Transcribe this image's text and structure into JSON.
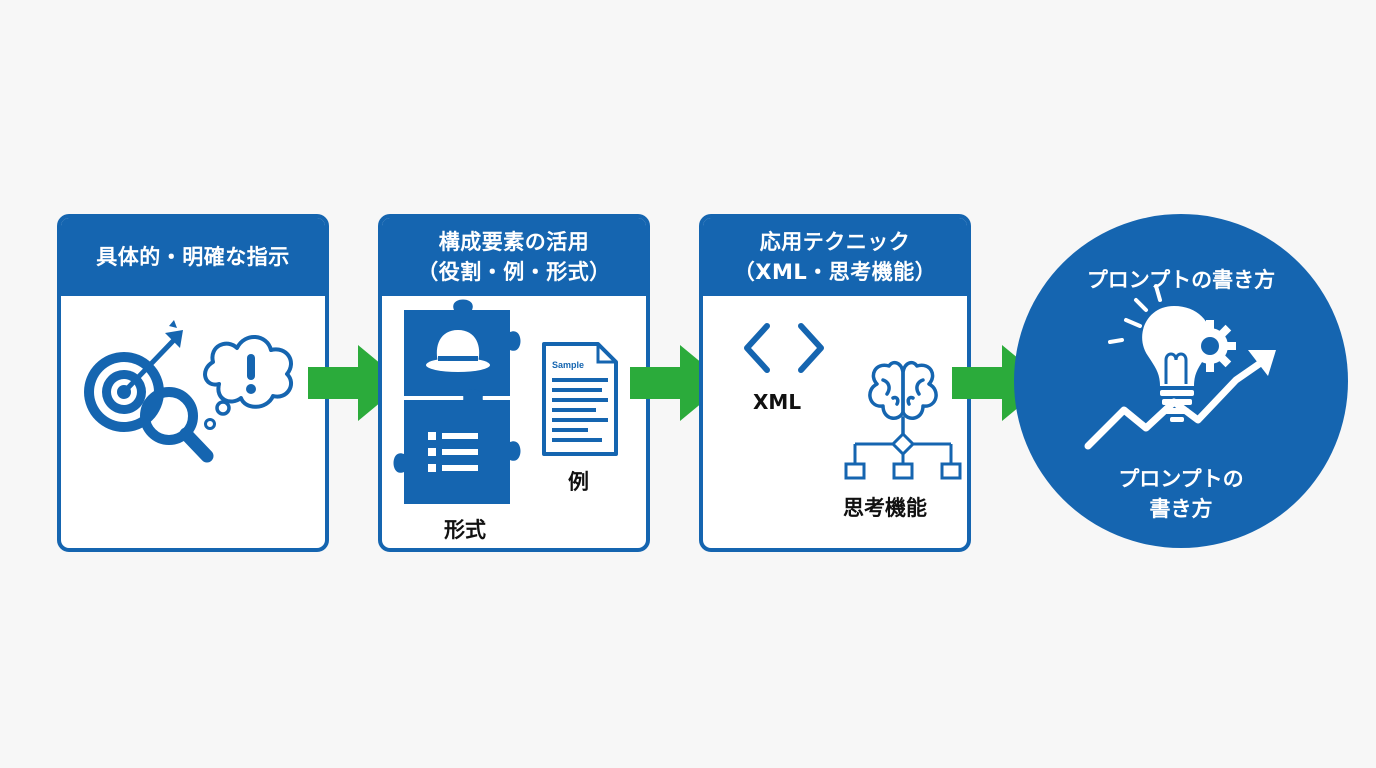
{
  "steps": [
    {
      "title_line1": "具体的・明確な指示",
      "title_line2": "",
      "icons": [
        "target-icon",
        "magnifier-icon",
        "thought-bubble-icon",
        "exclamation-icon"
      ]
    },
    {
      "title_line1": "構成要素の活用",
      "title_line2": "（役割・例・形式）",
      "label_format": "形式",
      "label_example": "例",
      "sample_text": "Sample",
      "icons": [
        "puzzle-icon",
        "hat-icon",
        "list-icon",
        "document-icon"
      ]
    },
    {
      "title_line1": "応用テクニック",
      "title_line2": "（XML・思考機能）",
      "label_xml": "XML",
      "label_thinking": "思考機能",
      "icons": [
        "code-brackets-icon",
        "brain-icon",
        "flowchart-icon"
      ]
    }
  ],
  "goal": {
    "title": "プロンプトの書き方",
    "sub_line1": "プロンプトの",
    "sub_line2": "書き方",
    "icons": [
      "lightbulb-icon",
      "gear-icon",
      "trend-arrow-icon"
    ]
  },
  "colors": {
    "primary_blue": "#1565b0",
    "arrow_green": "#2bab3b",
    "background": "#f7f7f7",
    "panel_body": "#ffffff"
  }
}
